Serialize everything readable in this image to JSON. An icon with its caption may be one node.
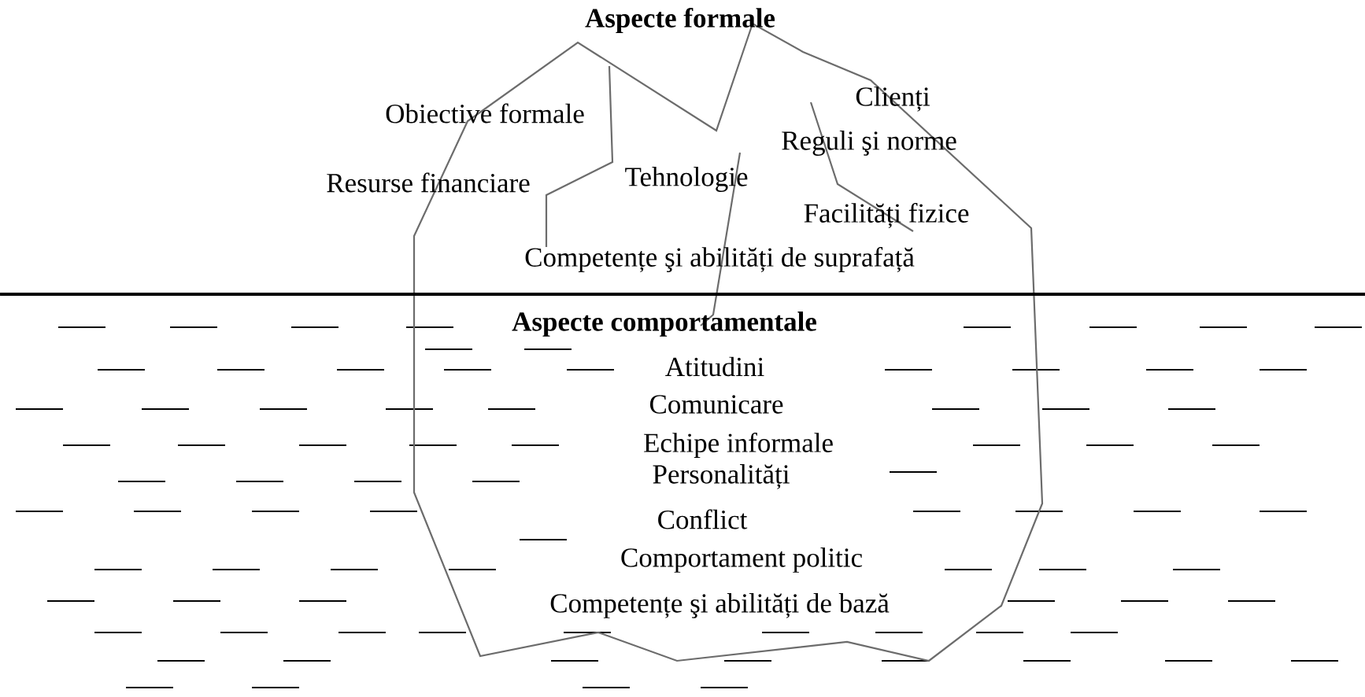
{
  "diagram": {
    "labels": [
      "Aspecte formale",
      "Obiective formale",
      "Clienți",
      "Reguli şi norme",
      "Resurse financiare",
      "Tehnologie",
      "Facilități fizice",
      "Competențe şi abilități de suprafață",
      "Aspecte comportamentale",
      "Atitudini",
      "Comunicare",
      "Echipe informale",
      "Personalități",
      "Conflict",
      "Comportament politic",
      "Competențe şi abilități de bază"
    ]
  }
}
